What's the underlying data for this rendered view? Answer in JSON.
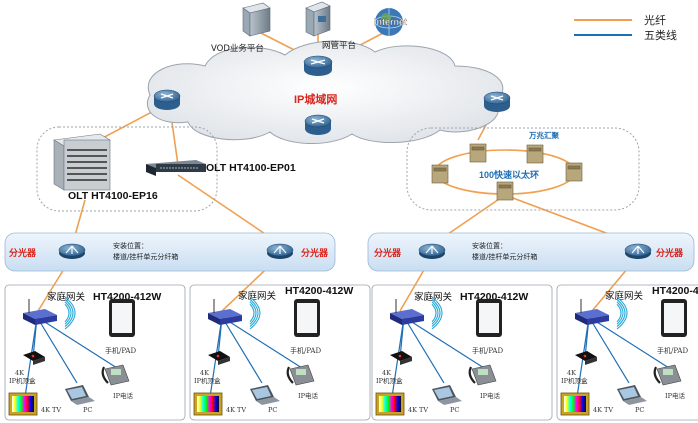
{
  "legend": {
    "fiber": "光纤",
    "cat5": "五类线",
    "colors": {
      "fiber": "#f0a050",
      "cat5": "#1f6fb5"
    }
  },
  "top": {
    "vod": "VOD业务平台",
    "nms": "网管平台",
    "internet": "Internet",
    "ip_metro": "IP城域网"
  },
  "left": {
    "olt_ep01": "OLT HT4100-EP01",
    "olt_ep16": "OLT HT4100-EP16",
    "splitter": "分光器",
    "install_title": "安装位置：",
    "install_detail": "楼道/挂杆单元分纤箱"
  },
  "right": {
    "ring": "100快速以太环",
    "agg": "万兆汇聚",
    "splitter": "分光器",
    "install_title": "安装位置：",
    "install_detail": "楼道/挂杆单元分纤箱"
  },
  "home": {
    "gateway": "家庭网关",
    "model": "HT4200-412W",
    "phone_pad": "手机/PAD",
    "stb": "4K\nIP机顶盒",
    "tv": "4K TV",
    "pc": "PC",
    "ipphone": "IP电话"
  },
  "icons": [
    "server-icon",
    "cloud-icon",
    "router-icon",
    "olt-chassis-icon",
    "switch-icon",
    "splitter-icon",
    "gateway-icon",
    "tablet-icon",
    "set-top-box-icon",
    "tv-icon",
    "laptop-icon",
    "ip-phone-icon"
  ]
}
